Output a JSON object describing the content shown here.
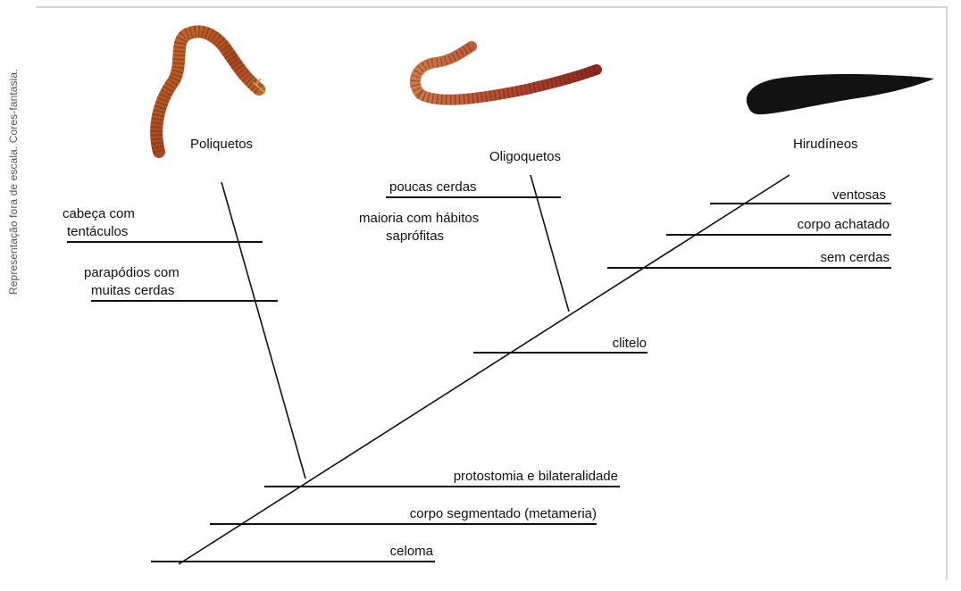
{
  "side_note": "Representação fora de escala. Cores-fantasia.",
  "taxa": {
    "poliquetos": "Poliquetos",
    "oligoquetos": "Oligoquetos",
    "hirudineos": "Hirudíneos"
  },
  "characters": {
    "cabeca_1": "cabeça com",
    "cabeca_2": "tentáculos",
    "parapodios_1": "parapódios com",
    "parapodios_2": "muitas cerdas",
    "poucas_cerdas": "poucas cerdas",
    "maioria_1": "maioria com hábitos",
    "maioria_2": "saprófitas",
    "ventosas": "ventosas",
    "corpo_achatado": "corpo achatado",
    "sem_cerdas": "sem cerdas",
    "clitelo": "clitelo",
    "protostomia": "protostomia e bilateralidade",
    "corpo_segmentado": "corpo segmentado (metameria)",
    "celoma": "celoma"
  },
  "colors": {
    "polychaete": "#b5542a",
    "oligochaete": "#b04a2c",
    "leech": "#121212",
    "line": "#111111",
    "frame": "#b9b9b9"
  }
}
